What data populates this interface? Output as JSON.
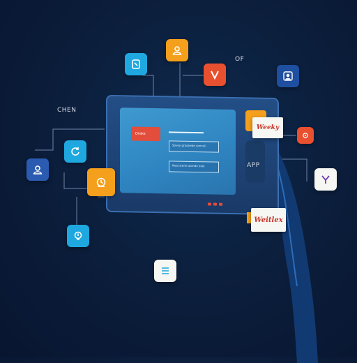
{
  "labels": {
    "top_left_label": "CHEN",
    "top_right_label": "OF",
    "app_label": "APP"
  },
  "screen": {
    "button_label": "Drake",
    "field1_text": "Sovey grasawbe sonnuli",
    "field2_text": "Neal srerie aamdn eole"
  },
  "brand_cards": {
    "card1_text": "Weeky",
    "card2_text": "Weitlex"
  },
  "icons": {
    "document": "document-icon",
    "user_orange": "user-icon",
    "letter_v_red": "letter-v-icon",
    "user_dark": "user-icon",
    "refresh": "refresh-icon",
    "user_left": "user-icon",
    "clock": "clock-icon",
    "lightbulb": "lightbulb-icon",
    "hamburger": "menu-icon",
    "red_small": "gear-icon",
    "letter_y": "letter-y-icon"
  },
  "colors": {
    "background": "#0b1d3a",
    "tablet": "#1e4478",
    "screen": "#3a8fca",
    "accent_red": "#e34d3b",
    "accent_orange": "#f4a01c",
    "accent_cyan": "#1fa8e0",
    "accent_blue": "#2a5bb0"
  }
}
